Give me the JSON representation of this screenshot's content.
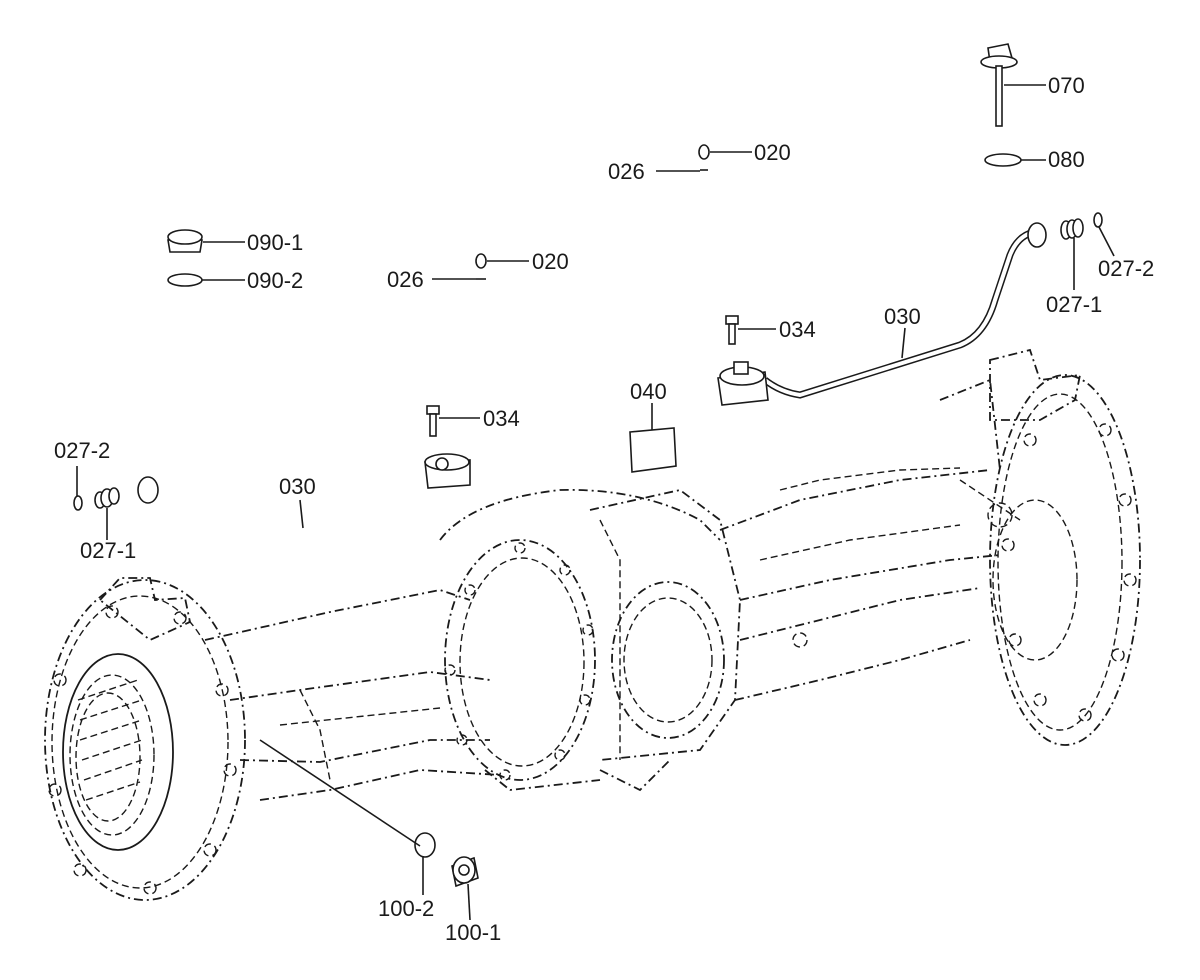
{
  "callouts": {
    "c070": "070",
    "c080": "080",
    "c020_top": "020",
    "c026_top": "026",
    "c020_mid": "020",
    "c026_mid": "026",
    "c090_1": "090-1",
    "c090_2": "090-2",
    "c027_2_right": "027-2",
    "c027_1_right": "027-1",
    "c034_right": "034",
    "c030_right": "030",
    "c040": "040",
    "c034_left": "034",
    "c027_2_left": "027-2",
    "c030_left": "030",
    "c027_1_left": "027-1",
    "c100_2": "100-2",
    "c100_1": "100-1"
  },
  "icons": [
    "axle-housing-drawing",
    "brake-pipe",
    "banjo-fitting",
    "hollow-screw",
    "sealing-ring",
    "breather-valve",
    "plug",
    "label-plate"
  ]
}
